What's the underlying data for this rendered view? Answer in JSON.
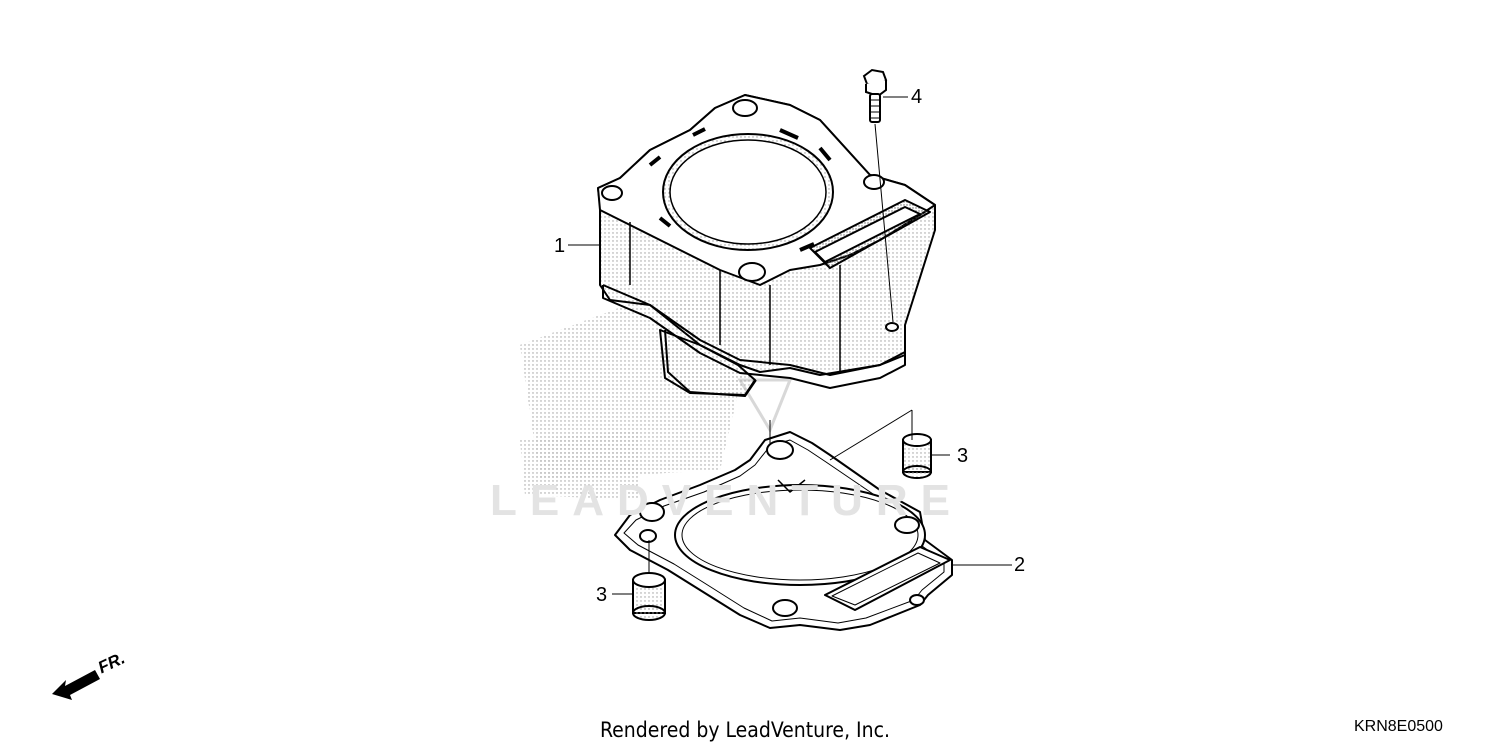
{
  "callouts": {
    "cylinder": "1",
    "gasket": "2",
    "dowel_right": "3",
    "dowel_left": "3",
    "bolt": "4"
  },
  "direction_label": "FR.",
  "footer": {
    "credit": "Rendered by LeadVenture, Inc.",
    "code": "KRN8E0500"
  },
  "watermark": "LEADVENTURE"
}
